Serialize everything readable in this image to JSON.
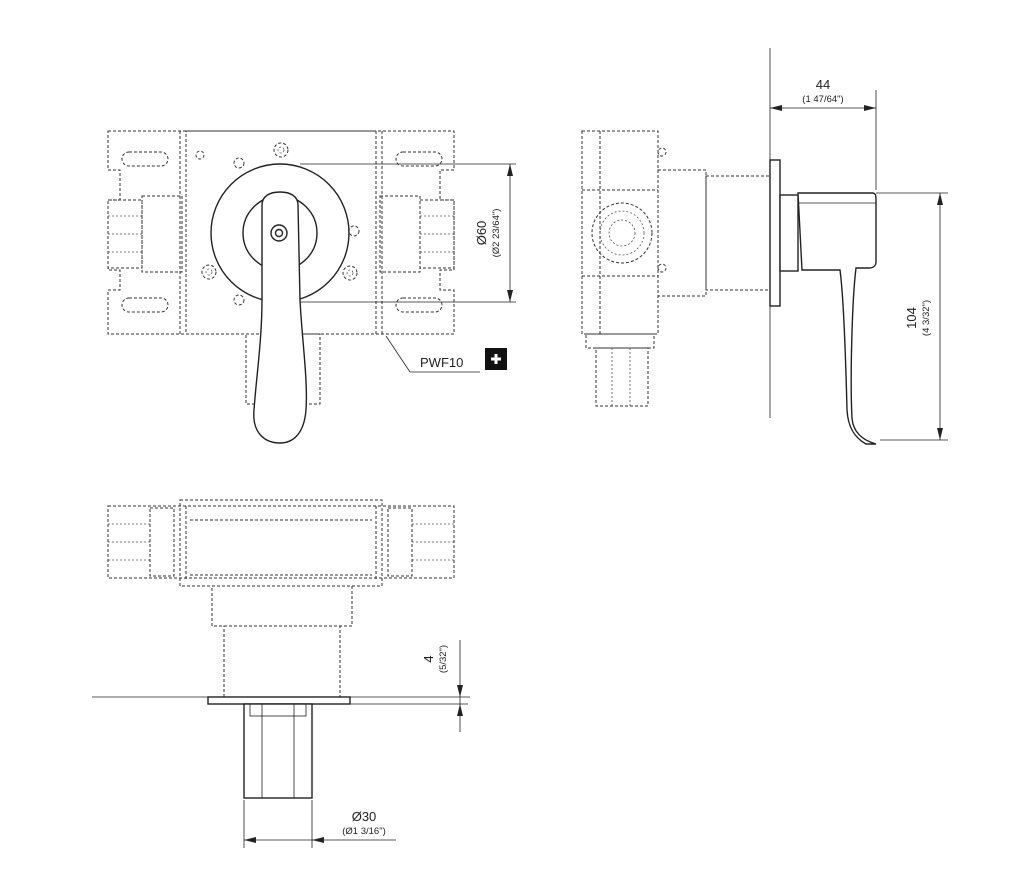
{
  "dimensions": {
    "diameter_front": {
      "value": "Ø60",
      "imperial": "(Ø2 23/64\")"
    },
    "depth_top": {
      "value": "44",
      "imperial": "(1 47/64\")"
    },
    "height_side": {
      "value": "104",
      "imperial": "(4 3/32\")"
    },
    "plate_thickness": {
      "value": "4",
      "imperial": "(5/32\")"
    },
    "diameter_bottom": {
      "value": "Ø30",
      "imperial": "(Ø1 3/16\")"
    }
  },
  "callout": {
    "label": "PWF10",
    "icon": "plus-icon"
  }
}
